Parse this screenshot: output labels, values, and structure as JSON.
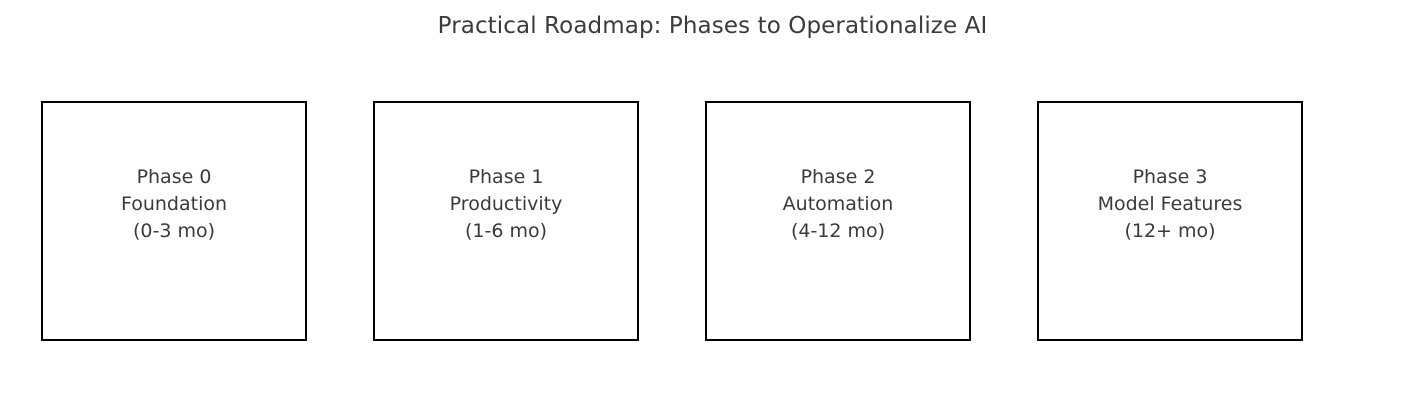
{
  "figure": {
    "title": "Practical Roadmap: Phases to Operationalize AI",
    "background_color": "#ffffff",
    "text_color": "#3a3a3a",
    "box_border_color": "#000000",
    "box_fill_color": "#ffffff"
  },
  "chart_data": {
    "type": "diagram",
    "title": "Practical Roadmap: Phases to Operationalize AI",
    "xlabel": "",
    "ylabel": "",
    "legend": [],
    "grid": false,
    "categories": [
      "Phase 0",
      "Phase 1",
      "Phase 2",
      "Phase 3"
    ],
    "nodes": [
      {
        "phase": "Phase 0",
        "name": "Foundation",
        "duration": "(0-3 mo)",
        "text": "Phase 0\nFoundation\n(0-3 mo)"
      },
      {
        "phase": "Phase 1",
        "name": "Productivity",
        "duration": "(1-6 mo)",
        "text": "Phase 1\nProductivity\n(1-6 mo)"
      },
      {
        "phase": "Phase 2",
        "name": "Automation",
        "duration": "(4-12 mo)",
        "text": "Phase 2\nAutomation\n(4-12 mo)"
      },
      {
        "phase": "Phase 3",
        "name": "Model Features",
        "duration": "(12+ mo)",
        "text": "Phase 3\nModel Features\n(12+ mo)"
      }
    ]
  }
}
